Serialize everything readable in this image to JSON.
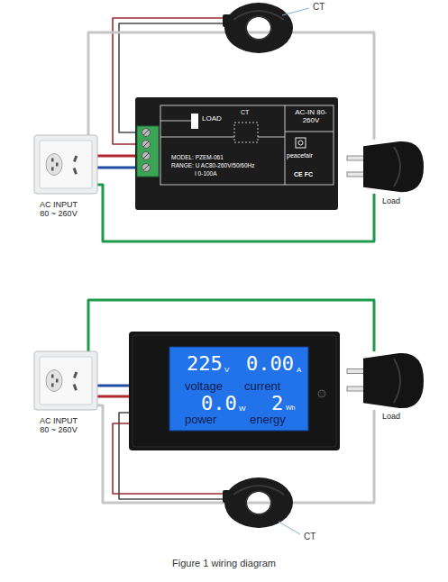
{
  "diagram": {
    "caption": "Figure 1 wiring diagram",
    "nodes": [
      {
        "text": [
          "CT"
        ]
      },
      {
        "text": [
          "AC INPUT 80 ~ 260V"
        ]
      },
      {
        "text": [
          "LOAD",
          "CT",
          "AC-IN 80-260V",
          "MODEL: PZEM-061",
          "RANGE: U AC80-260V/50/60Hz",
          "I 0-100A",
          "peacefair",
          "CE FC"
        ]
      },
      {
        "text": [
          "Load"
        ]
      },
      {
        "text": [
          "AC INPUT 80 ~ 260V"
        ]
      },
      {
        "text": [
          "225",
          "V",
          "voltage",
          "0.00",
          "A",
          "current",
          "0.0",
          "W",
          "power",
          "2",
          "Wh",
          "energy"
        ]
      },
      {
        "text": [
          "Load"
        ]
      },
      {
        "text": [
          "CT"
        ]
      }
    ],
    "edges": [
      {
        "from": 1,
        "to": 2,
        "arrow": "none"
      },
      {
        "from": 1,
        "to": 2,
        "arrow": "none"
      },
      {
        "from": 0,
        "to": 2,
        "arrow": "none"
      },
      {
        "from": 0,
        "to": 2,
        "arrow": "none"
      },
      {
        "from": 1,
        "to": 3,
        "arrow": "none"
      },
      {
        "from": 1,
        "to": 3,
        "arrow": "none"
      },
      {
        "from": 4,
        "to": 5,
        "arrow": "none"
      },
      {
        "from": 4,
        "to": 5,
        "arrow": "none"
      },
      {
        "from": 7,
        "to": 5,
        "arrow": "none"
      },
      {
        "from": 7,
        "to": 5,
        "arrow": "none"
      },
      {
        "from": 4,
        "to": 6,
        "arrow": "none"
      },
      {
        "from": 4,
        "to": 6,
        "arrow": "none"
      }
    ]
  }
}
